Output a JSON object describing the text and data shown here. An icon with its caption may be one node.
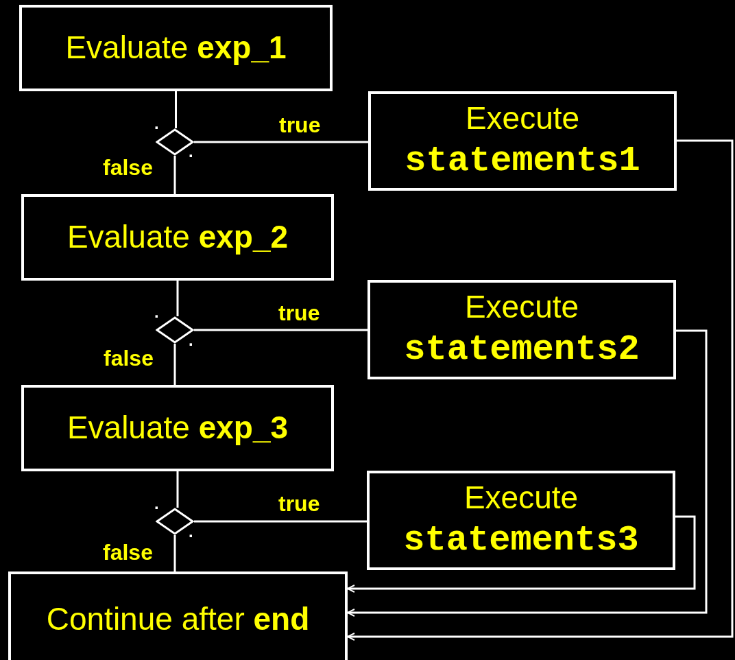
{
  "diagram": {
    "nodes": [
      {
        "text": [
          "Evaluate **exp_1**"
        ]
      },
      {
        "text": [],
        "shape": "diamond"
      },
      {
        "text": [
          "Execute",
          "statements1"
        ]
      },
      {
        "text": [
          "Evaluate **exp_2**"
        ]
      },
      {
        "text": [],
        "shape": "diamond"
      },
      {
        "text": [
          "Execute",
          "statements2"
        ]
      },
      {
        "text": [
          "Evaluate **exp_3**"
        ]
      },
      {
        "text": [],
        "shape": "diamond"
      },
      {
        "text": [
          "Execute",
          "statements3"
        ]
      },
      {
        "text": [
          "Continue after **end**"
        ]
      }
    ],
    "edges": [
      {
        "from": 0,
        "to": 1,
        "arrow": "none"
      },
      {
        "from": 1,
        "to": 2,
        "arrow": "none",
        "label": "true"
      },
      {
        "from": 1,
        "to": 3,
        "arrow": "none",
        "label": "false"
      },
      {
        "from": 3,
        "to": 4,
        "arrow": "none"
      },
      {
        "from": 4,
        "to": 5,
        "arrow": "none",
        "label": "true"
      },
      {
        "from": 4,
        "to": 6,
        "arrow": "none",
        "label": "false"
      },
      {
        "from": 6,
        "to": 7,
        "arrow": "none"
      },
      {
        "from": 7,
        "to": 8,
        "arrow": "none",
        "label": "true"
      },
      {
        "from": 7,
        "to": 9,
        "arrow": "none",
        "label": "false"
      },
      {
        "from": 2,
        "to": 9,
        "arrow": "to"
      },
      {
        "from": 5,
        "to": 9,
        "arrow": "to"
      },
      {
        "from": 8,
        "to": 9,
        "arrow": "to"
      }
    ],
    "labels": [
      ".",
      ".",
      ".",
      ".",
      ".",
      "."
    ]
  }
}
